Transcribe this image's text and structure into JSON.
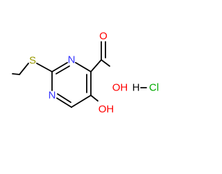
{
  "atoms": {
    "n1": "N",
    "n3": "N",
    "s": "S",
    "oh_acid": "OH",
    "o_carbonyl": "O",
    "oh_phenol": "OH",
    "h_hcl": "H",
    "cl_hcl": "Cl"
  },
  "colors": {
    "nitrogen": "#3333ff",
    "oxygen": "#ff0000",
    "sulfur": "#999900",
    "chlorine": "#00aa00",
    "hydrogen": "#000000",
    "bond": "#000000"
  }
}
